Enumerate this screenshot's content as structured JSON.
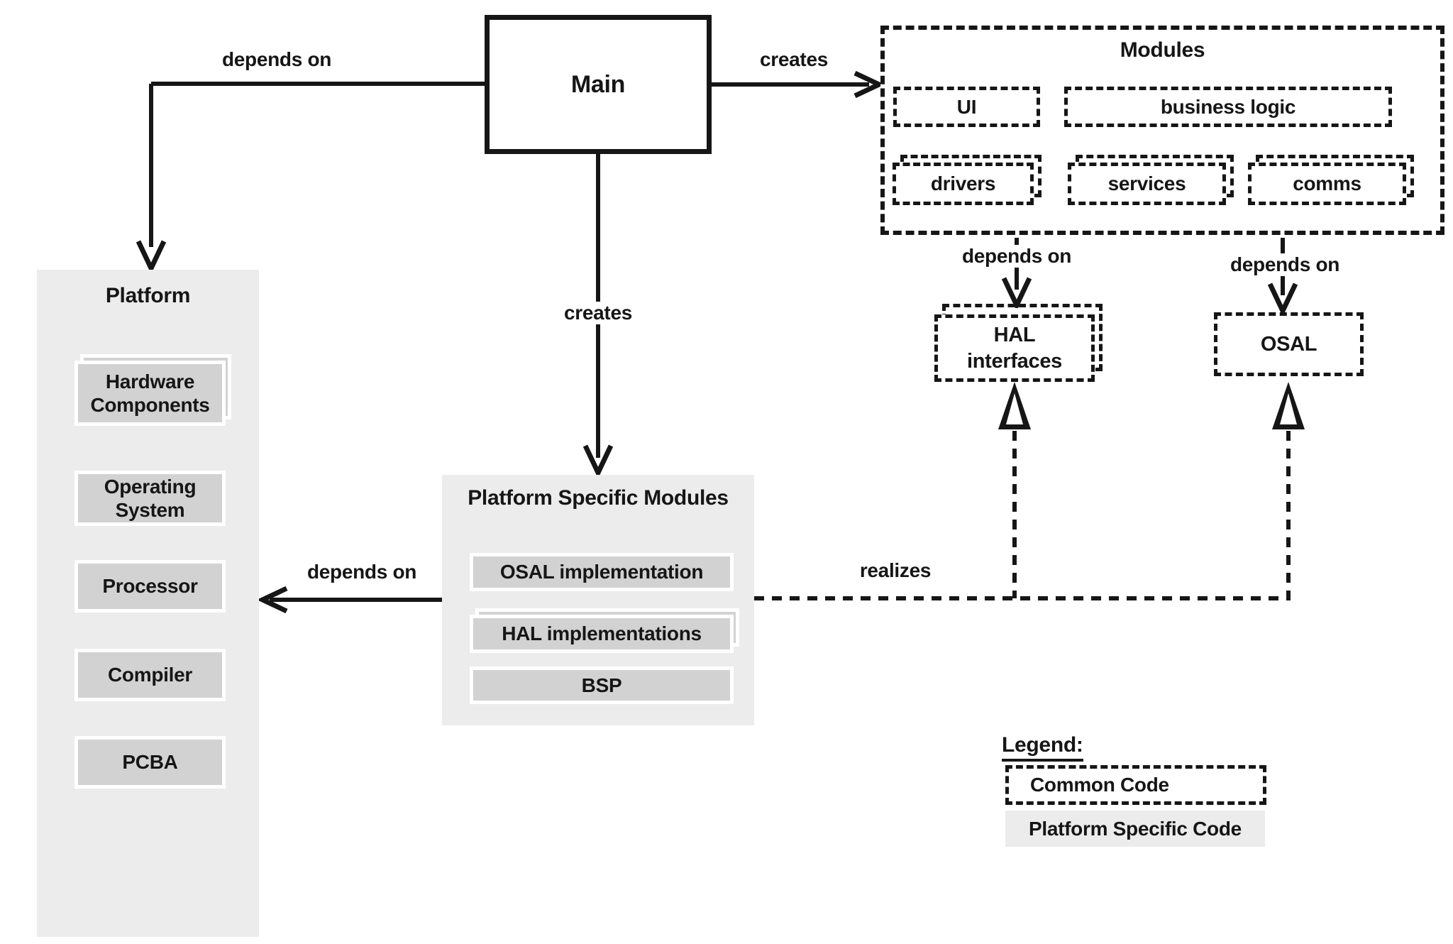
{
  "colors": {
    "background": "#ffffff",
    "line": "#161616",
    "panel_gray": "#ececec",
    "item_gray": "#d2d2d2"
  },
  "nodes": {
    "main": "Main",
    "modules": {
      "title": "Modules",
      "items_row1": [
        "UI",
        "business logic"
      ],
      "items_row2": [
        "drivers",
        "services",
        "comms"
      ]
    },
    "platform": {
      "title": "Platform",
      "items": [
        "Hardware Components",
        "Operating System",
        "Processor",
        "Compiler",
        "PCBA"
      ]
    },
    "psm": {
      "title": "Platform Specific Modules",
      "items": [
        "OSAL implementation",
        "HAL implementations",
        "BSP"
      ]
    },
    "hal_interfaces": "HAL\ninterfaces",
    "osal": "OSAL"
  },
  "edges": {
    "main_platform": "depends on",
    "main_modules": "creates",
    "main_psm": "creates",
    "psm_platform": "depends on",
    "modules_hal": "depends on",
    "modules_osal": "depends on",
    "psm_interfaces": "realizes"
  },
  "legend": {
    "title": "Legend:",
    "common_code": "Common Code",
    "platform_specific_code": "Platform Specific Code"
  }
}
